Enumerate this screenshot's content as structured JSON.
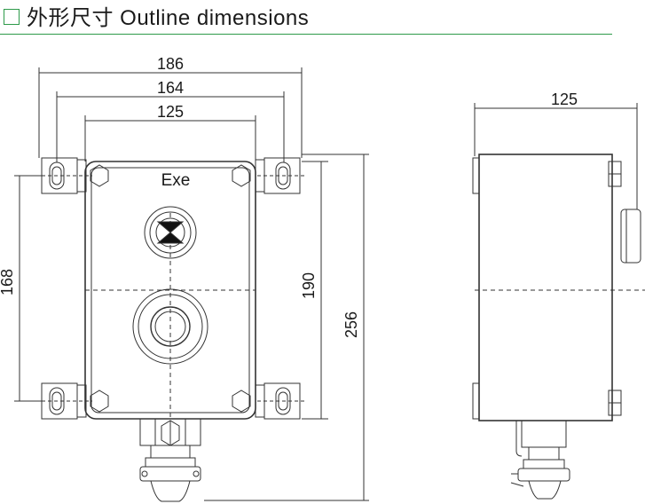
{
  "header": {
    "title": "外形尺寸 Outline dimensions",
    "accent_color": "#2e9a4a"
  },
  "front_view": {
    "dim_overall_width": "186",
    "dim_mount_width": "164",
    "dim_body_width": "125",
    "dim_mount_height": "168",
    "dim_body_height": "190",
    "dim_overall_height": "256",
    "label": "Exe"
  },
  "side_view": {
    "dim_depth": "125"
  }
}
